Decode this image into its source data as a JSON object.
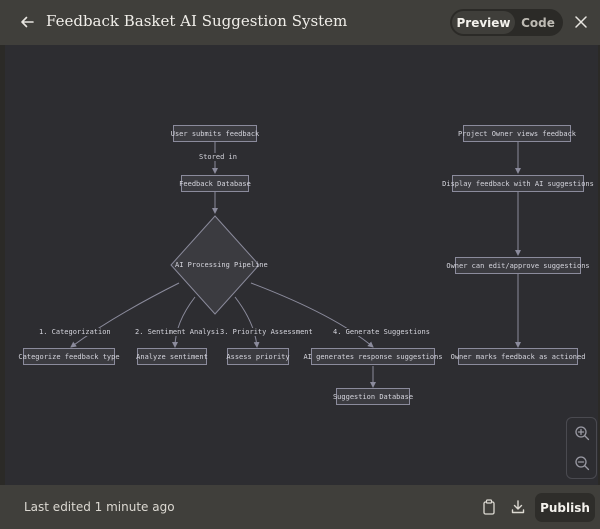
{
  "header": {
    "title": "Feedback Basket AI Suggestion System",
    "tabs": [
      {
        "label": "Preview",
        "active": true
      },
      {
        "label": "Code",
        "active": false
      }
    ],
    "back_icon": "arrow-left-icon",
    "close_icon": "close-icon"
  },
  "diagram": {
    "nodes": {
      "user_submits": "User submits feedback",
      "feedback_db": "Feedback Database",
      "pipeline": "AI Processing Pipeline",
      "categorize": "Categorize feedback type",
      "sentiment": "Analyze sentiment",
      "priority": "Assess priority",
      "ai_generates": "AI generates response suggestions",
      "suggestion_db": "Suggestion Database",
      "owner_views": "Project Owner views feedback",
      "display": "Display feedback with AI suggestions",
      "owner_edit": "Owner can edit/approve suggestions",
      "owner_marks": "Owner marks feedback as actioned"
    },
    "edges": {
      "stored_in": "Stored in",
      "step1": "1. Categorization",
      "step2": "2. Sentiment Analysis",
      "step3": "3. Priority Assessment",
      "step4": "4. Generate Suggestions"
    }
  },
  "zoom": {
    "in_icon": "zoom-in-icon",
    "out_icon": "zoom-out-icon"
  },
  "footer": {
    "status": "Last edited 1 minute ago",
    "copy_icon": "clipboard-icon",
    "download_icon": "download-icon",
    "publish_label": "Publish"
  },
  "colors": {
    "header_bg": "#403f3b",
    "canvas_bg": "#2d2d31",
    "node_fill": "#3b3b40",
    "node_border": "#8b8b9c"
  }
}
